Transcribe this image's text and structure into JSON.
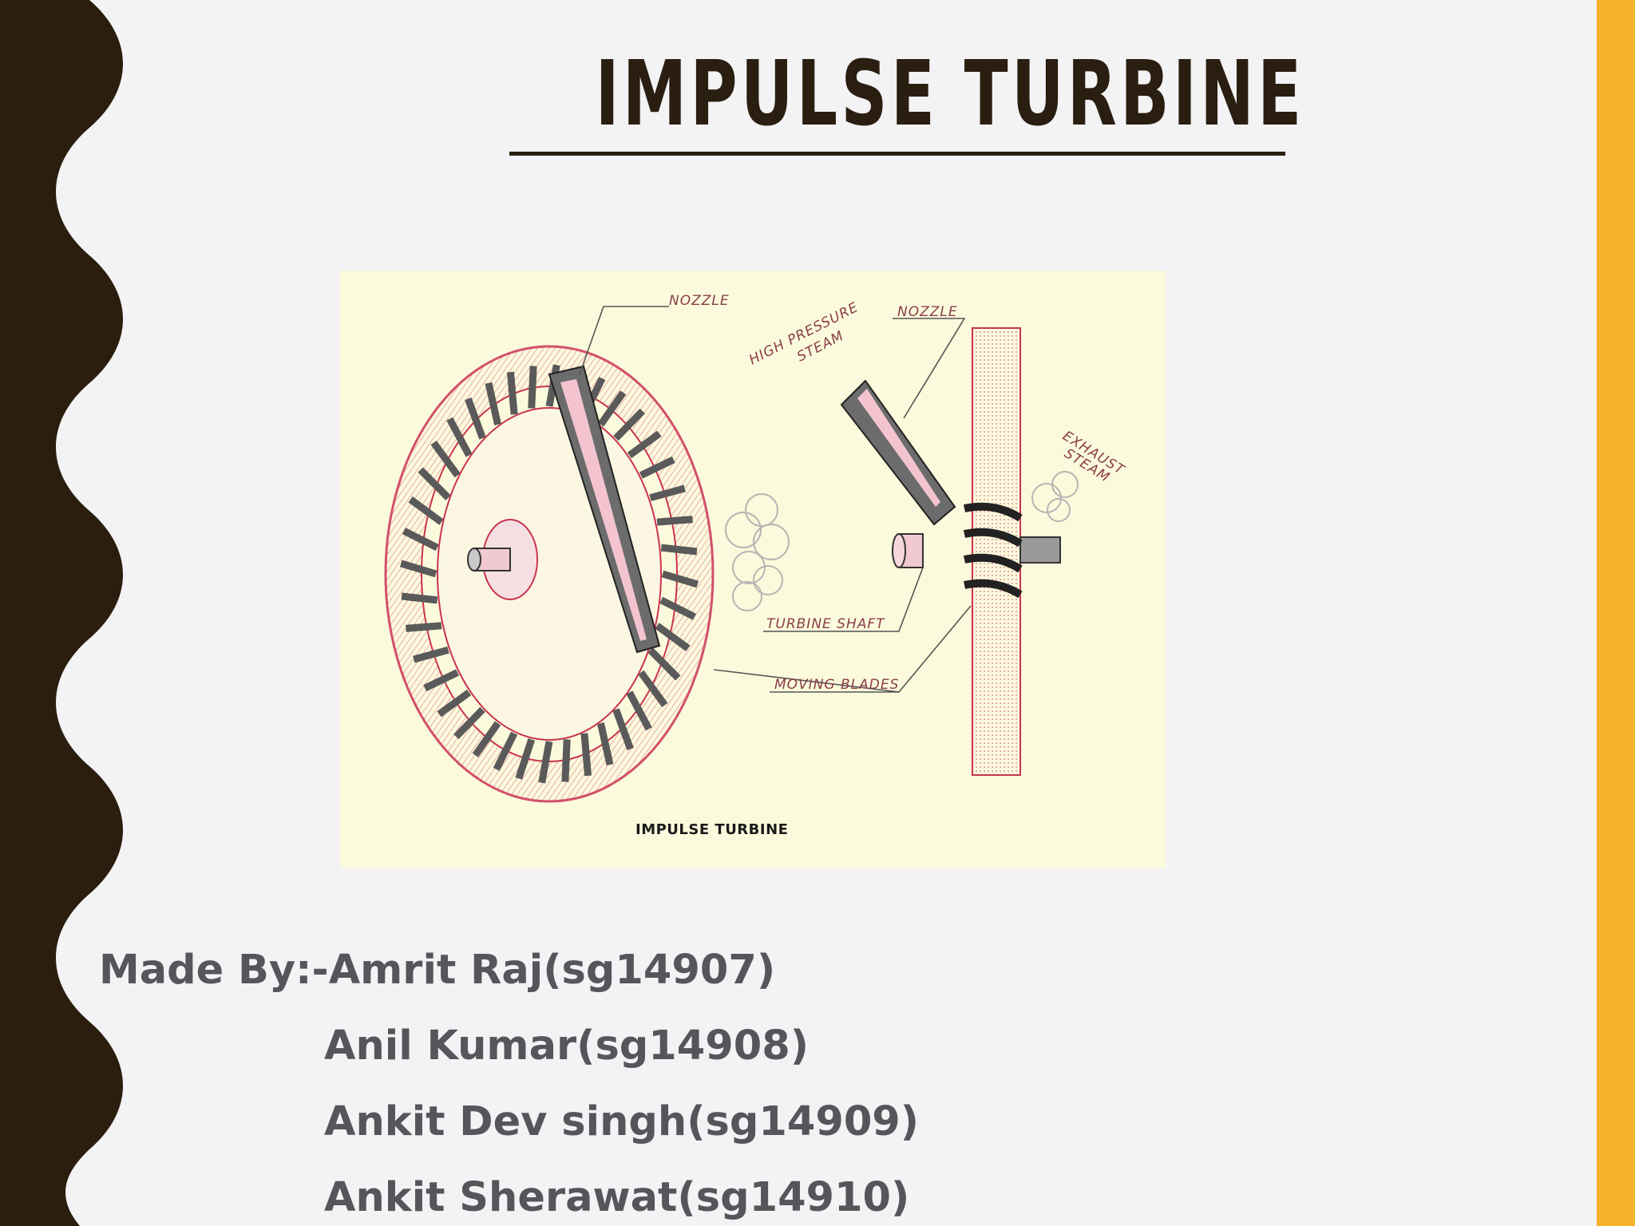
{
  "slide": {
    "title": "IMPULSE TURBINE",
    "colors": {
      "background": "#f3f2f4",
      "left_wave": "#2b1e0e",
      "right_accent": "#f4b229",
      "title": "#2a1e10",
      "credits": "#56555a"
    }
  },
  "figure": {
    "caption": "IMPULSE TURBINE",
    "labels": {
      "nozzle_left": "NOZZLE",
      "high_pressure_1": "HIGH PRESSURE",
      "high_pressure_2": "STEAM",
      "nozzle_right": "NOZZLE",
      "exhaust_1": "EXHAUST",
      "exhaust_2": "STEAM",
      "turbine_shaft": "TURBINE SHAFT",
      "moving_blades": "MOVING BLADES"
    }
  },
  "credits": [
    "Made By:-Amrit Raj(sg14907)",
    "Anil Kumar(sg14908)",
    "Ankit Dev singh(sg14909)",
    "Ankit Sherawat(sg14910)"
  ]
}
